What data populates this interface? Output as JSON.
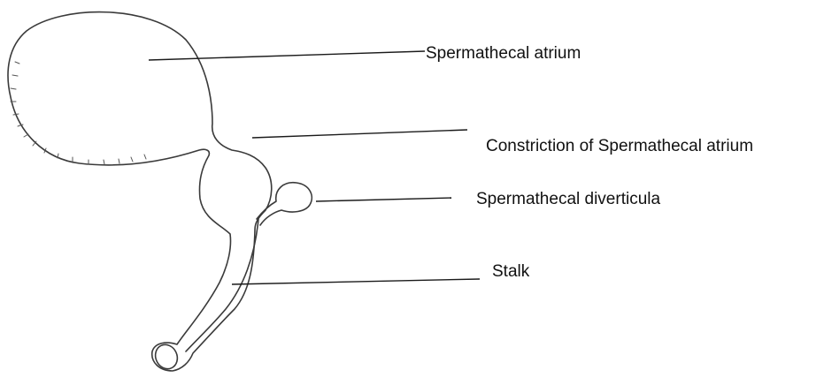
{
  "labels": {
    "spermathecal_atrium": "Spermathecal atrium",
    "constriction": "Constriction of Spermathecal atrium",
    "diverticula": "Spermathecal diverticula",
    "stalk": "Stalk"
  },
  "colors": {
    "background": "#ffffff",
    "outline": "#3a3a3a",
    "text": "#111111"
  }
}
